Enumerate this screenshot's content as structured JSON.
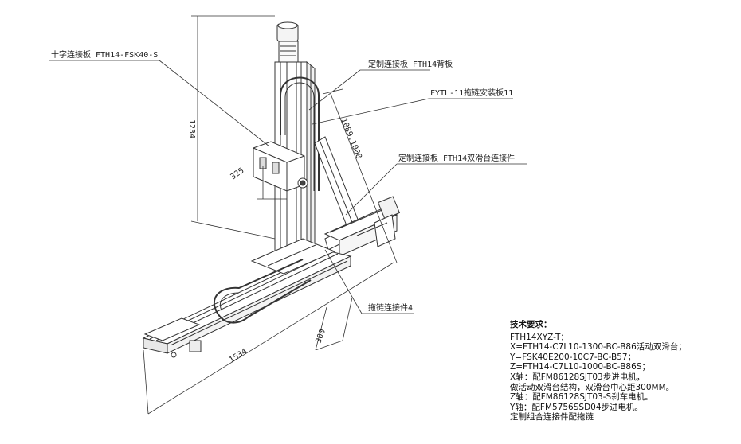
{
  "callouts": {
    "cross_plate": "十字连接板 FTH14-FSK40-S",
    "back_plate": "定制连接板 FTH14背板",
    "chain_mount": "FYTL-11拖链安装板11",
    "slide_plate": "定制连接板 FTH14双滑台连接件",
    "chain_connector": "拖链连接件4"
  },
  "dimensions": {
    "height_z": "1234",
    "offset_325": "325",
    "diag_1089": "1089.1008",
    "length_x": "1534",
    "width_300": "300"
  },
  "notes": {
    "title": "技术要求：",
    "lines": [
      "FTH14XYZ-T：",
      "X=FTH14-C7L10-1300-BC-B86活动双滑台；",
      "Y=FSK40E200-10C7-BC-B57；",
      "Z=FTH14-C7L10-1000-BC-B86S；",
      "X轴：配FM86128SJT03步进电机，",
      "做活动双滑台结构，双滑台中心距300MM。",
      "Z轴：配FM86128SJT03-S刹车电机。",
      "Y轴：配FM5756SSD04步进电机。",
      "定制组合连接件配拖链"
    ]
  }
}
